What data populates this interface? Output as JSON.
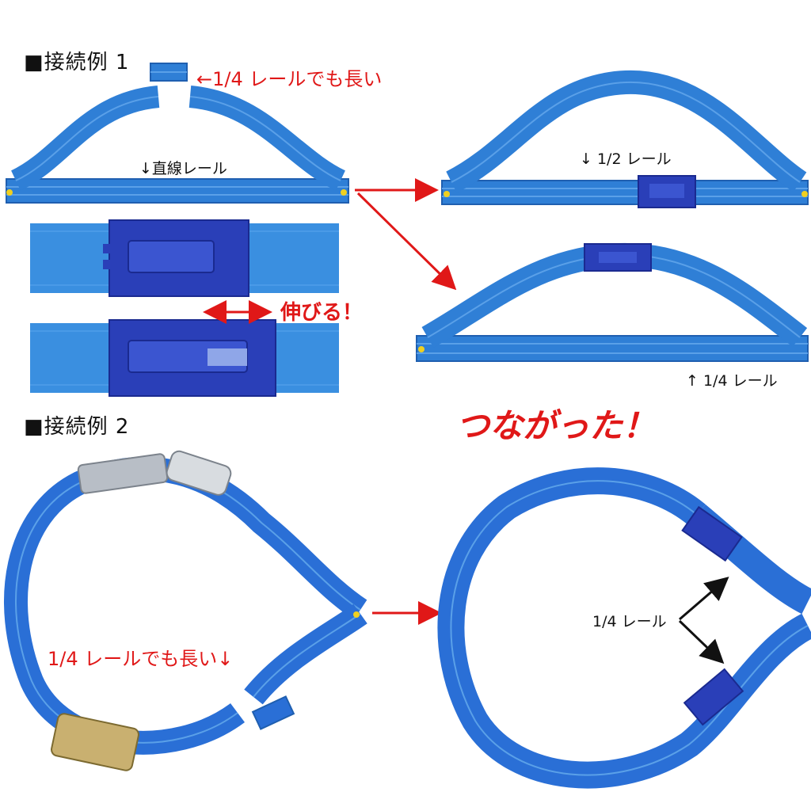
{
  "example1": {
    "heading": "■接続例 1",
    "note_quarter_long": "←1/4 レールでも長い",
    "label_straight": "↓直線レール",
    "label_half": "↓ 1/2 レール",
    "label_extends": "伸びる！",
    "label_quarter": "↑ 1/4 レール"
  },
  "example2": {
    "heading": "■接続例 2",
    "note_quarter_long": "1/4 レールでも長い↓",
    "label_quarter": "1/4 レール"
  },
  "connected_text": "つながった！",
  "colors": {
    "track_blue": "#2f7fd6",
    "track_dark": "#1f5fb0",
    "connector": "#2a3fb8",
    "accent_red": "#e01818"
  }
}
